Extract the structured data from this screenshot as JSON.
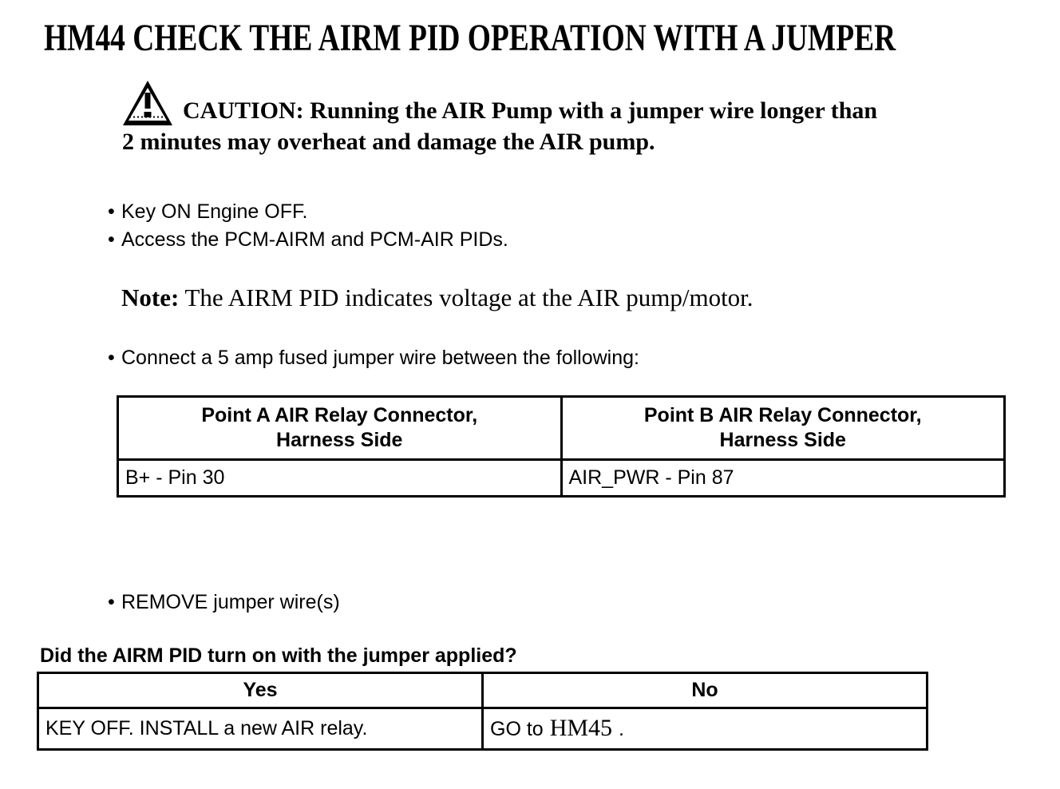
{
  "page": {
    "title": "HM44 CHECK THE AIRM PID OPERATION WITH A JUMPER",
    "caution": {
      "icon": "warning-triangle",
      "label": "CAUTION:",
      "text": "Running the AIR Pump with a jumper wire longer than 2 minutes may overheat and damage the AIR pump."
    },
    "steps": [
      "Key ON Engine OFF.",
      "Access the PCM-AIRM and PCM-AIR PIDs."
    ],
    "note": {
      "label": "Note:",
      "text": "The AIRM PID indicates voltage at the AIR pump/motor."
    },
    "connect_step": "Connect a 5 amp fused jumper wire between the following:",
    "jumper_table": {
      "headers": [
        "Point A AIR Relay Connector, Harness Side",
        "Point B AIR Relay Connector, Harness Side"
      ],
      "row": [
        "B+ - Pin 30",
        "AIR_PWR - Pin 87"
      ]
    },
    "remove_step": "REMOVE jumper wire(s)",
    "question": "Did the AIRM PID turn on with the jumper applied?",
    "result_table": {
      "headers": [
        "Yes",
        "No"
      ],
      "yes_action": "KEY OFF. INSTALL a new AIR relay.",
      "no_action_prefix": "GO to",
      "no_action_link": "HM45",
      "no_action_suffix": "."
    }
  }
}
